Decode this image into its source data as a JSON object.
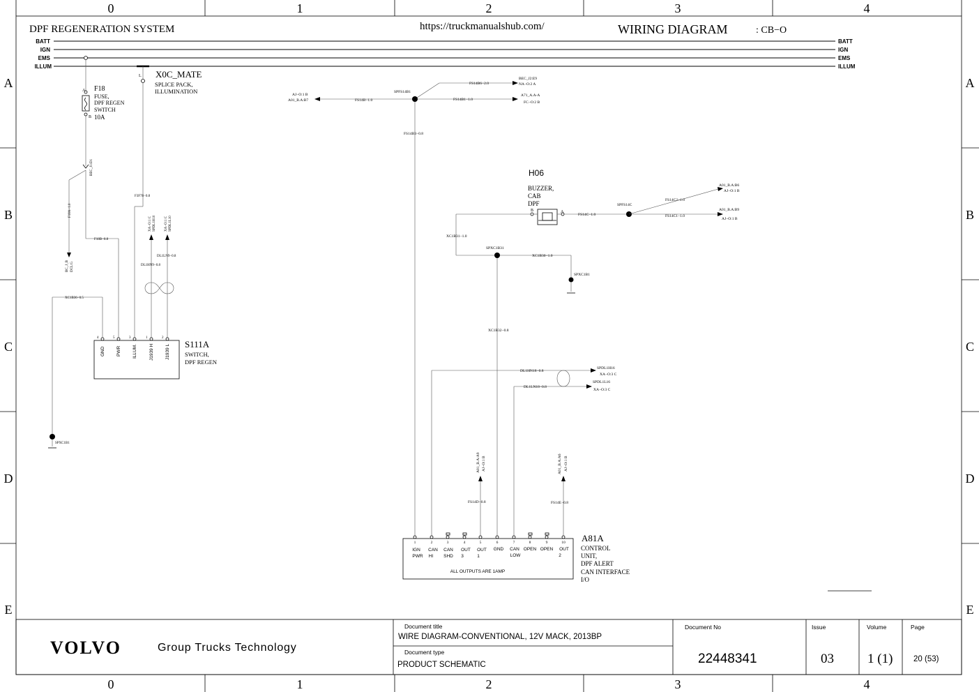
{
  "grid": {
    "columns": [
      "0",
      "1",
      "2",
      "3",
      "4"
    ],
    "rows": [
      "A",
      "B",
      "C",
      "D",
      "E"
    ]
  },
  "header": {
    "system_title": "DPF REGENERATION SYSTEM",
    "url": "https://truckmanualshub.com/",
    "diagram_title": "WIRING DIAGRAM",
    "code": ":  CB−O"
  },
  "buses": [
    "BATT",
    "IGN",
    "EMS",
    "ILLUM"
  ],
  "components": {
    "x0c": {
      "id": "X0C_MATE",
      "desc1": "SPLICE PACK,",
      "desc2": "ILLUMINATION",
      "pin": "L"
    },
    "f18": {
      "id": "F18",
      "desc1": "FUSE,",
      "desc2": "DPF REGEN",
      "desc3": "SWITCH",
      "rating": "10A",
      "pin_a": "A",
      "pin_b": "B"
    },
    "h06": {
      "id": "H06",
      "desc1": "BUZZER,",
      "desc2": "CAB",
      "desc3": "DPF",
      "pin_b": "B",
      "pin_a": "A"
    },
    "s111a": {
      "id": "S111A",
      "desc1": "SWITCH,",
      "desc2": "DPF REGEN",
      "pins": [
        {
          "num": "4",
          "name": "GND"
        },
        {
          "num": "5",
          "name": "PWR"
        },
        {
          "num": "3",
          "name": "ILLUM."
        },
        {
          "num": "1",
          "name": "J1939 H"
        },
        {
          "num": "2",
          "name": "J1939 L"
        }
      ]
    },
    "a81a": {
      "id": "A81A",
      "desc1": "CONTROL",
      "desc2": "UNIT,",
      "desc3": "DPF ALERT",
      "desc4": "CAN INTERFACE",
      "desc5": "I/O",
      "note": "ALL OUTPUTS ARE 1AMP",
      "pins": [
        {
          "num": "1",
          "l1": "IGN",
          "l2": "PWR"
        },
        {
          "num": "2",
          "l1": "CAN",
          "l2": "HI"
        },
        {
          "num": "3",
          "l1": "CAN",
          "l2": "SHD"
        },
        {
          "num": "4",
          "l1": "OUT",
          "l2": "3"
        },
        {
          "num": "5",
          "l1": "OUT",
          "l2": "1"
        },
        {
          "num": "6",
          "l1": "GND",
          "l2": ""
        },
        {
          "num": "7",
          "l1": "CAN",
          "l2": "LOW"
        },
        {
          "num": "8",
          "l1": "OPEN",
          "l2": ""
        },
        {
          "num": "9",
          "l1": "OPEN",
          "l2": ""
        },
        {
          "num": "10",
          "l1": "OUT",
          "l2": "2"
        }
      ]
    }
  },
  "wires": {
    "fs14b6": "FS14B6−2.0",
    "bec_j2_e9": "BEC_J2:E9",
    "na_o_2a": "NA−O:2 A",
    "spfs14b1": "SPFS14B1",
    "aj_o_1b_a": "AJ−O:1 B",
    "a01_b_a_b7": "A01_B.A:B7",
    "fs14b": "FS14B−1.0",
    "fs14b1": "FS14B1−1.0",
    "a71_a_a_a": "A71_A.A-A",
    "fc_o_2b": "FC−O:2 B",
    "fs14b3": "FS14B3−0.8",
    "bec_j1_d1": "BEC_J1:D1",
    "f3f78": "F3F78−0.8",
    "f18a": "F18A−1.0",
    "f18b": "F18B−0.8",
    "bcj_b": "BC_J_B",
    "dcl_g": "DCL:G",
    "xa_o_1c_1": "XA−O:1 C",
    "spdl1h10": "SPDL1H10",
    "xa_o_1c_2": "XA−O:1 C",
    "spdl1l10": "SPDL1L10",
    "dl1ln9": "DL1LN9−0.8",
    "dl1hn9": "DL1HN9−0.8",
    "xc1b36": "XC1B36−0.5",
    "spxc1b1_a": "SPXC1B1",
    "spfs14c": "SPFS14C",
    "fs14c2": "FS14C2−1.0",
    "a01_b_a_b6": "A01_B.A:B6",
    "aj_o_1b_b": "AJ−O:1 B",
    "fs14c": "FS14C−1.0",
    "fs14c1": "FS14C1−1.0",
    "a01_b_a_b9": "A01_B.A:B9",
    "aj_o_1b_c": "AJ−O:1 B",
    "xc1b31": "XC1B31−1.0",
    "spxc1b31": "SPXC1B31",
    "xc1b30": "XC1B30−1.0",
    "spxc1b1_b": "SPXC1B1",
    "xc1b32": "XC1B32−0.8",
    "dl1hn18": "DL1HN18−0.8",
    "spdl1h16": "SPDL1H16",
    "xa_o_3c_1": "XA−O:3 C",
    "dl1ln18": "DL1LN18−0.8",
    "spdl1l16": "SPDL1L16",
    "xa_o_3c_2": "XA−O:3 C",
    "a01_b_a_a9": "A01_B.A:A9",
    "aj_o_1b_d": "AJ−O:1 B",
    "fs14d": "FS14D−0.8",
    "a01_b_a_a6": "A01_B.A:A6",
    "aj_o_1b_e": "AJ−O:1 B",
    "fs14e": "FS14E−0.8"
  },
  "title_block": {
    "logo": "VOLVO",
    "org": "Group Trucks Technology",
    "doc_title_label": "Document title",
    "doc_title": "WIRE DIAGRAM-CONVENTIONAL, 12V MACK, 2013BP",
    "doc_type_label": "Document type",
    "doc_type": "PRODUCT SCHEMATIC",
    "doc_no_label": "Document No",
    "doc_no": "22448341",
    "issue_label": "Issue",
    "issue": "03",
    "volume_label": "Volume",
    "volume": "1 (1)",
    "page_label": "Page",
    "page": "20 (53)"
  }
}
